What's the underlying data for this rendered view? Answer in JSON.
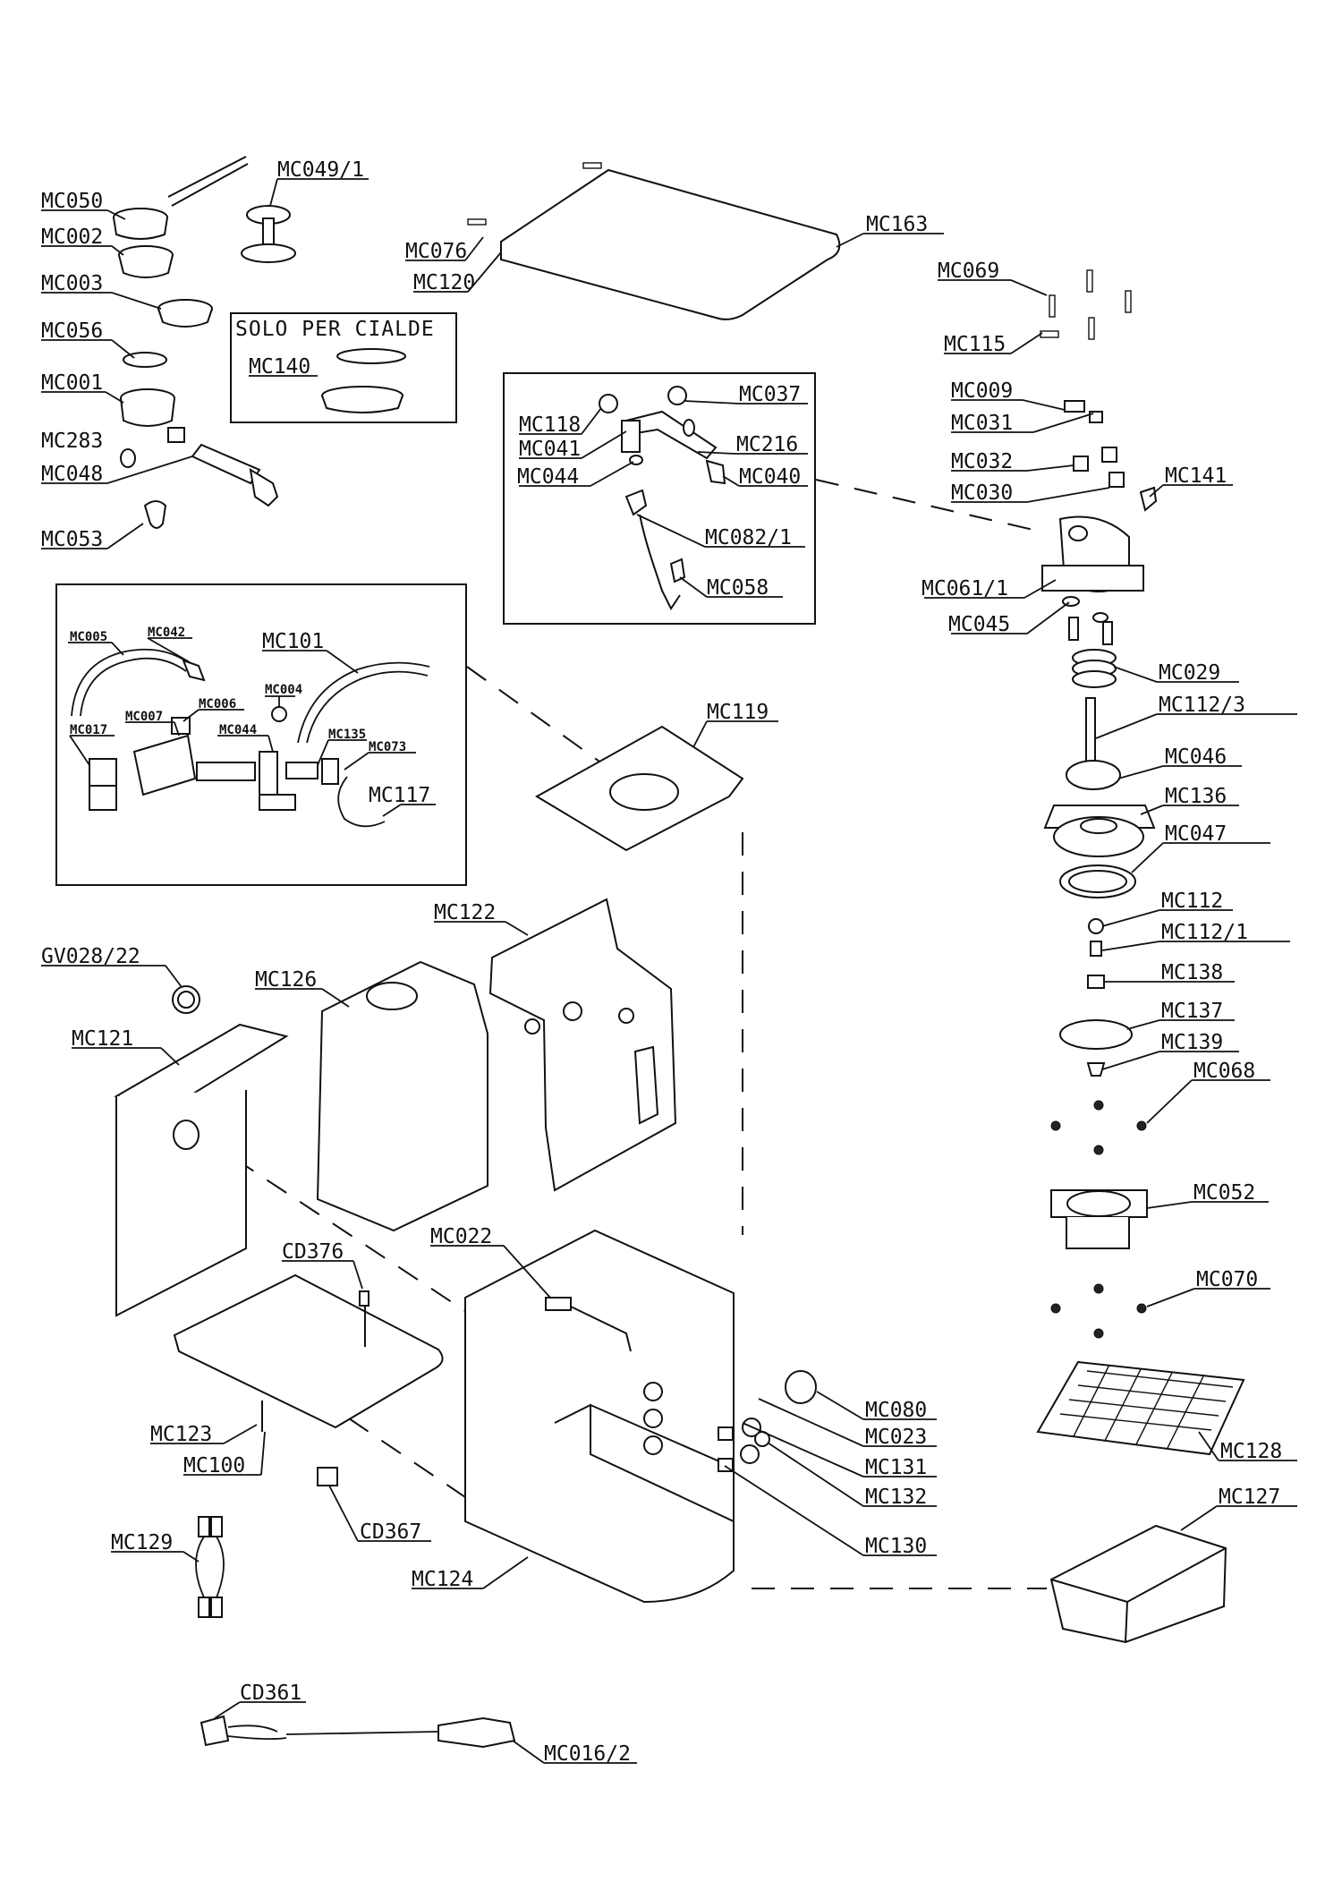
{
  "diagram": {
    "box_title": "SOLO PER CIALDE",
    "labels": {
      "MC050": "MC050",
      "MC002": "MC002",
      "MC003": "MC003",
      "MC056": "MC056",
      "MC001": "MC001",
      "MC283": "MC283",
      "MC048": "MC048",
      "MC053": "MC053",
      "MC049_1": "MC049/1",
      "MC140": "MC140",
      "MC076": "MC076",
      "MC120": "MC120",
      "MC163": "MC163",
      "MC069": "MC069",
      "MC115": "MC115",
      "MC009": "MC009",
      "MC031": "MC031",
      "MC032": "MC032",
      "MC030": "MC030",
      "MC141": "MC141",
      "MC118": "MC118",
      "MC037": "MC037",
      "MC041": "MC041",
      "MC216": "MC216",
      "MC044": "MC044",
      "MC040": "MC040",
      "MC082_1": "MC082/1",
      "MC058": "MC058",
      "MC061_1": "MC061/1",
      "MC045": "MC045",
      "MC029": "MC029",
      "MC112_3": "MC112/3",
      "MC046": "MC046",
      "MC136": "MC136",
      "MC047": "MC047",
      "MC112": "MC112",
      "MC112_1": "MC112/1",
      "MC138": "MC138",
      "MC137": "MC137",
      "MC139": "MC139",
      "MC068": "MC068",
      "MC052": "MC052",
      "MC070": "MC070",
      "MC128": "MC128",
      "MC127": "MC127",
      "MC005": "MC005",
      "MC042": "MC042",
      "MC101": "MC101",
      "MC004": "MC004",
      "MC007": "MC007",
      "MC006": "MC006",
      "MC017": "MC017",
      "MC044b": "MC044",
      "MC135": "MC135",
      "MC073": "MC073",
      "MC117": "MC117",
      "MC119": "MC119",
      "GV028_22": "GV028/22",
      "MC126": "MC126",
      "MC122": "MC122",
      "MC121": "MC121",
      "CD376": "CD376",
      "MC022": "MC022",
      "MC080": "MC080",
      "MC023": "MC023",
      "MC131": "MC131",
      "MC132": "MC132",
      "MC130": "MC130",
      "MC123": "MC123",
      "MC100": "MC100",
      "CD367": "CD367",
      "MC129": "MC129",
      "MC124": "MC124",
      "CD361": "CD361",
      "MC016_2": "MC016/2"
    }
  }
}
